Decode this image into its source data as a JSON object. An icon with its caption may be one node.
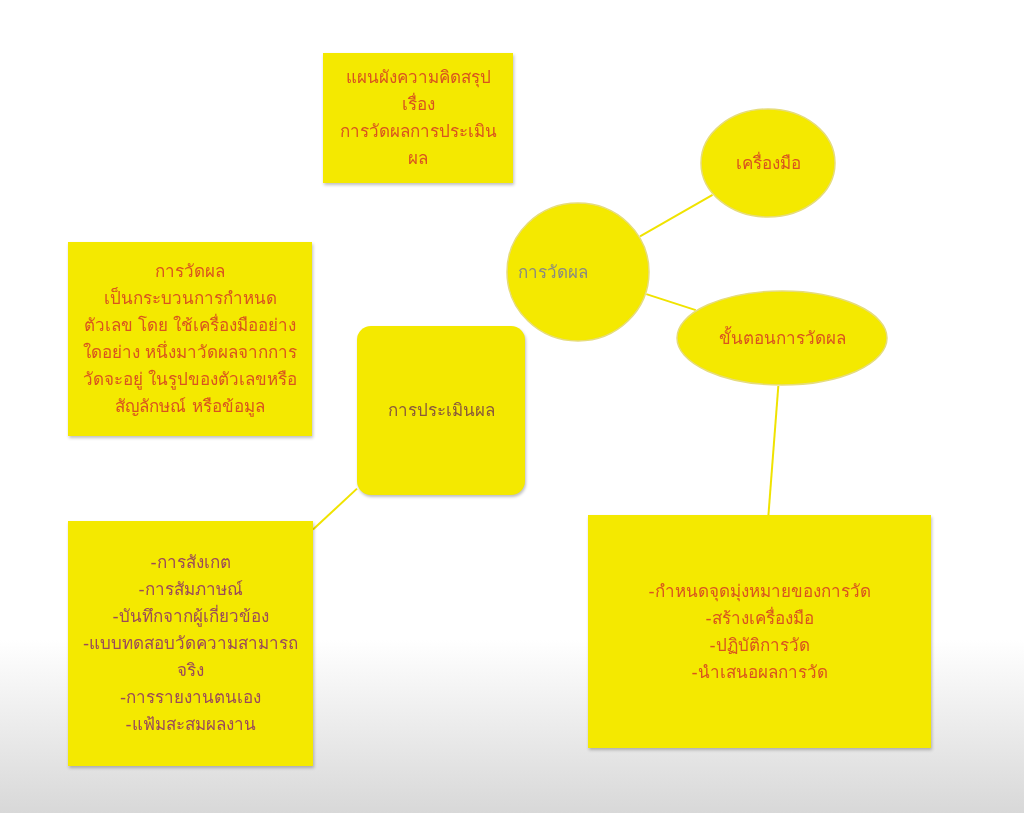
{
  "diagram": {
    "nodes": [
      {
        "text": [
          "แผนผังความคิดสรุป",
          "เรื่อง",
          "การวัดผลการประเมินผล"
        ]
      },
      {
        "text": [
          "การวัดผล",
          "เป็นกระบวนการกำหนดตัวเลข โดย ใช้เครื่องมืออย่าง ใดอย่าง หนึ่งมาวัดผลจากการวัดจะอยู่ ในรูปของตัวเลขหรือสัญลักษณ์ หรือข้อมูล"
        ]
      },
      {
        "text": [
          "การประเมินผล"
        ]
      },
      {
        "text": [
          "การวัดผล"
        ]
      },
      {
        "text": [
          "เครื่องมือ"
        ]
      },
      {
        "text": [
          "ขั้นตอนการวัดผล"
        ]
      },
      {
        "text": [
          "-การสังเกต",
          "-การสัมภาษณ์",
          "-บันทึกจากผู้เกี่ยวข้อง",
          "-แบบทดสอบวัดความสามารถจริง",
          "-การรายงานตนเอง",
          "-แฟ้มสะสมผลงาน"
        ]
      },
      {
        "text": [
          "-กำหนดจุดมุ่งหมายของการวัด",
          "-สร้างเครื่องมือ",
          "-ปฏิบัติการวัด",
          "-นำเสนอผลการวัด"
        ]
      }
    ],
    "edges": [
      {
        "from": 3,
        "to": 4,
        "arrow": "none"
      },
      {
        "from": 3,
        "to": 5,
        "arrow": "none"
      },
      {
        "from": 5,
        "to": 7,
        "arrow": "none"
      },
      {
        "from": 2,
        "to": 6,
        "arrow": "none"
      }
    ]
  }
}
